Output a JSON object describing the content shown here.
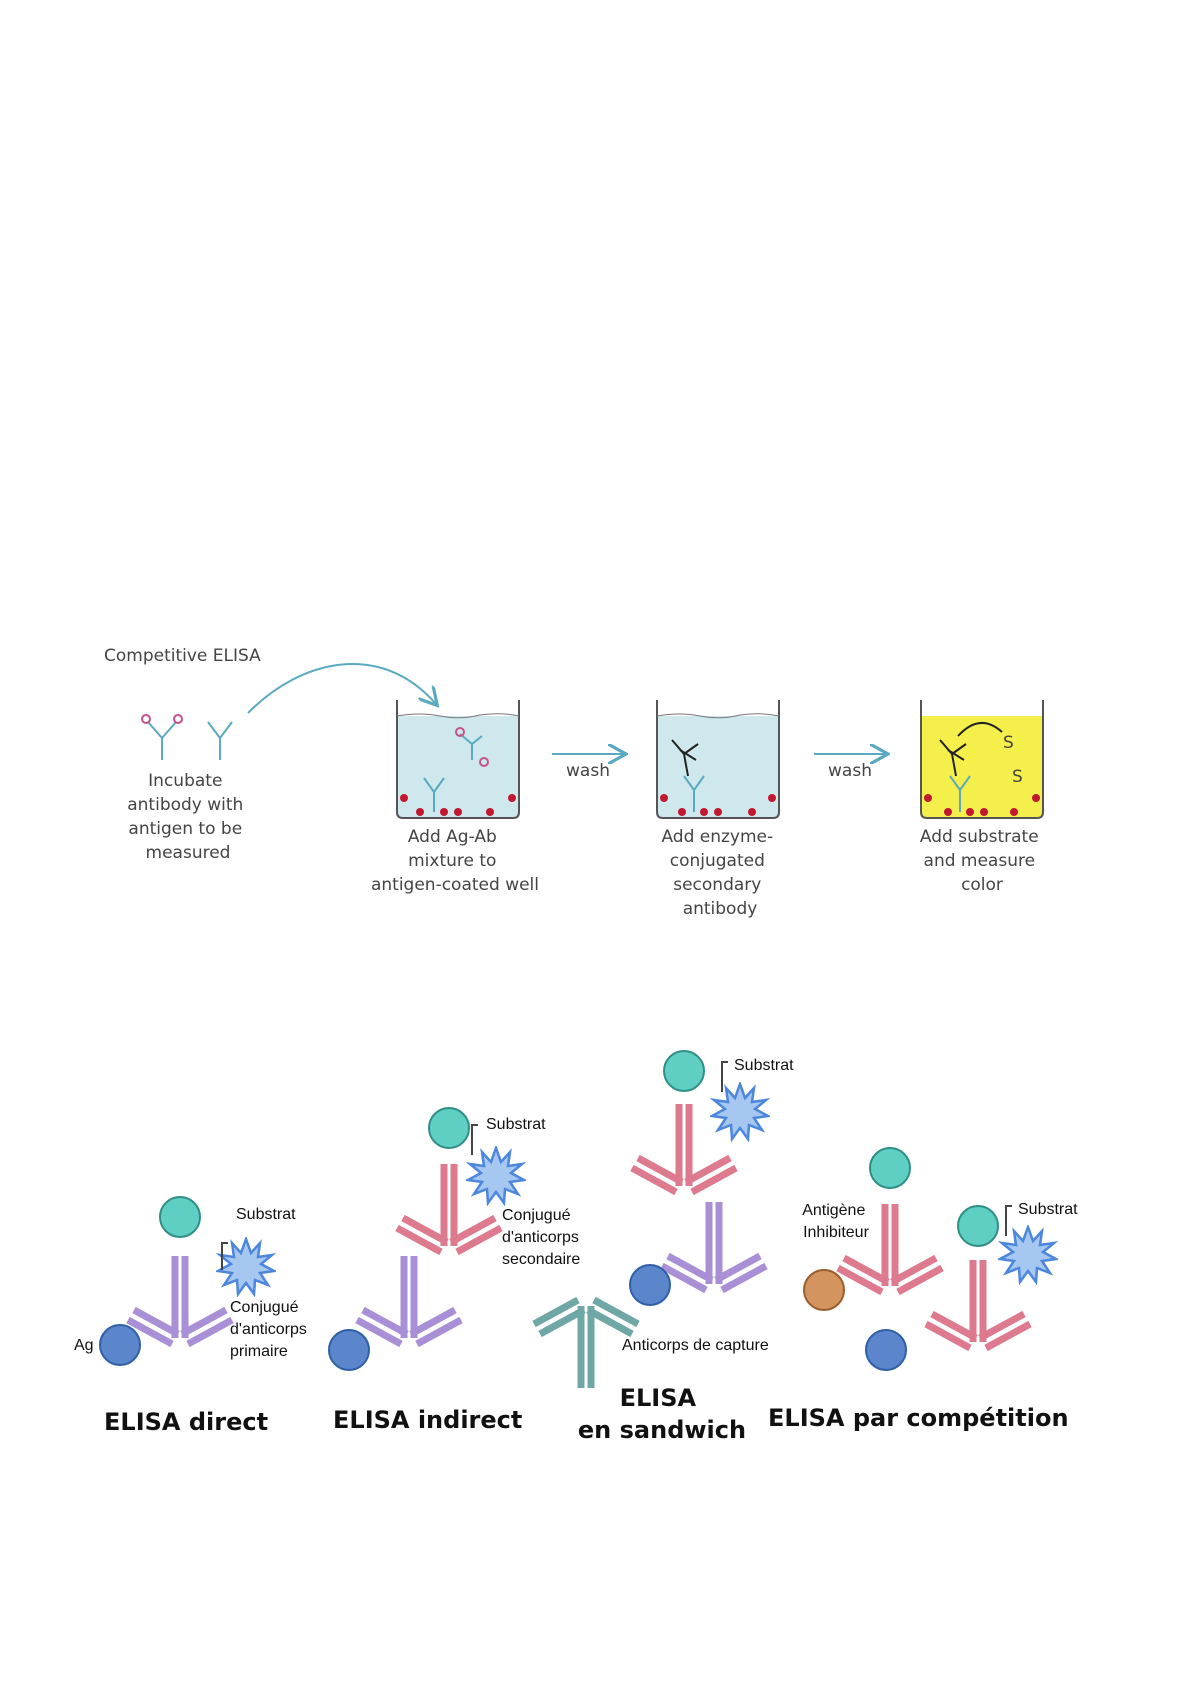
{
  "competitive": {
    "title": "Competitive ELISA",
    "step1": [
      "Incubate",
      "antibody with",
      "antigen to be",
      "measured"
    ],
    "step2": [
      "Add Ag-Ab",
      "mixture to",
      "antigen-coated well"
    ],
    "step3": [
      "Add enzyme-",
      "conjugated",
      "secondary",
      "antibody"
    ],
    "step4": [
      "Add substrate",
      "and measure",
      "color"
    ],
    "wash1": "wash",
    "wash2": "wash",
    "substrate_symbol": "S"
  },
  "types": {
    "direct": {
      "heading": "ELISA direct",
      "ag": "Ag",
      "substrat": "Substrat",
      "conjugate": [
        "Conjugué",
        "d'anticorps",
        "primaire"
      ]
    },
    "indirect": {
      "heading": "ELISA indirect",
      "substrat": "Substrat",
      "conjugate": [
        "Conjugué",
        "d'anticorps",
        "secondaire"
      ]
    },
    "sandwich": {
      "heading": [
        "ELISA",
        "en sandwich"
      ],
      "substrat": "Substrat",
      "capture": "Anticorps de capture"
    },
    "competition": {
      "heading": "ELISA par compétition",
      "substrat": "Substrat",
      "inhibitor": [
        "Antigène",
        "Inhibiteur"
      ]
    }
  },
  "colors": {
    "purple": "#a98fd6",
    "pink": "#de7a8e",
    "teal_antibody": "#6fa7a6",
    "teal_enzyme": "#5fcfc3",
    "blue_antigen": "#5b86cc",
    "orange_antigen": "#d4945f",
    "star": "#a6c8f0",
    "star_stroke": "#4d86dd",
    "well_fill": "#cfe8ee",
    "well_yellow": "#f5ef4b",
    "arrow": "#5aa9c0",
    "dot": "#c2182f"
  }
}
